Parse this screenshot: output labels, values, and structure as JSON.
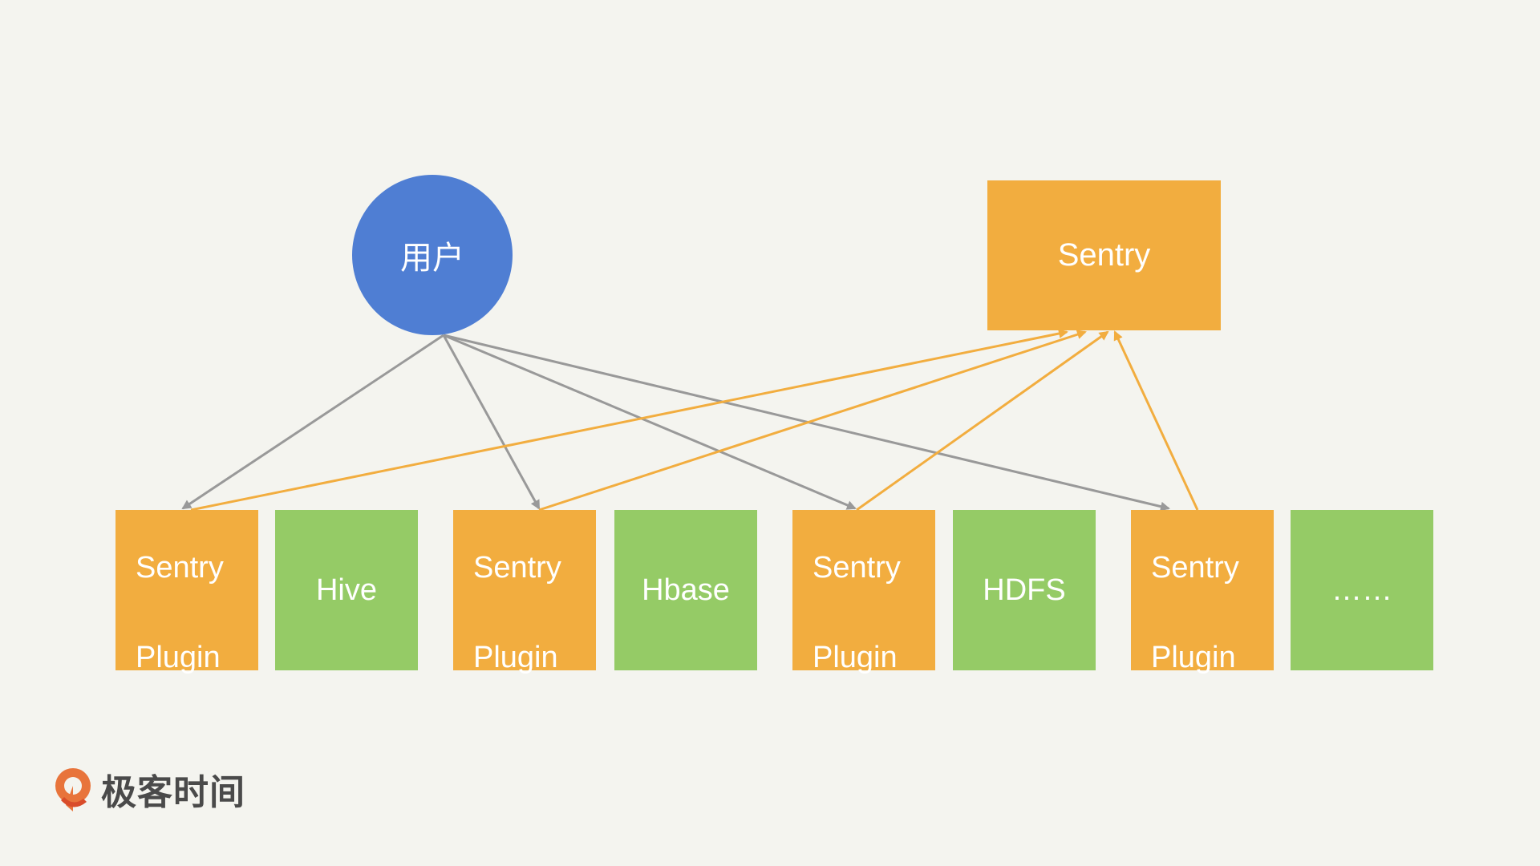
{
  "nodes": {
    "user": "用户",
    "sentry": "Sentry",
    "boxes": [
      {
        "kind": "plugin",
        "line1": "Sentry",
        "line2": "Plugin"
      },
      {
        "kind": "component",
        "label": "Hive"
      },
      {
        "kind": "plugin",
        "line1": "Sentry",
        "line2": "Plugin"
      },
      {
        "kind": "component",
        "label": "Hbase"
      },
      {
        "kind": "plugin",
        "line1": "Sentry",
        "line2": "Plugin"
      },
      {
        "kind": "component",
        "label": "HDFS"
      },
      {
        "kind": "plugin",
        "line1": "Sentry",
        "line2": "Plugin"
      },
      {
        "kind": "component",
        "label": "……"
      }
    ]
  },
  "edges": {
    "user_to_plugins": [
      0,
      2,
      4,
      6
    ],
    "plugins_to_sentry": [
      0,
      2,
      4,
      6
    ]
  },
  "colors": {
    "background": "#f4f4ef",
    "user": "#4f7ed3",
    "sentry": "#f2ad3f",
    "component": "#95cb66",
    "gray_edge": "#999999",
    "orange_edge": "#f2ad3f"
  },
  "logo": {
    "text": "极客时间",
    "icon": "geektime-logo-icon"
  }
}
